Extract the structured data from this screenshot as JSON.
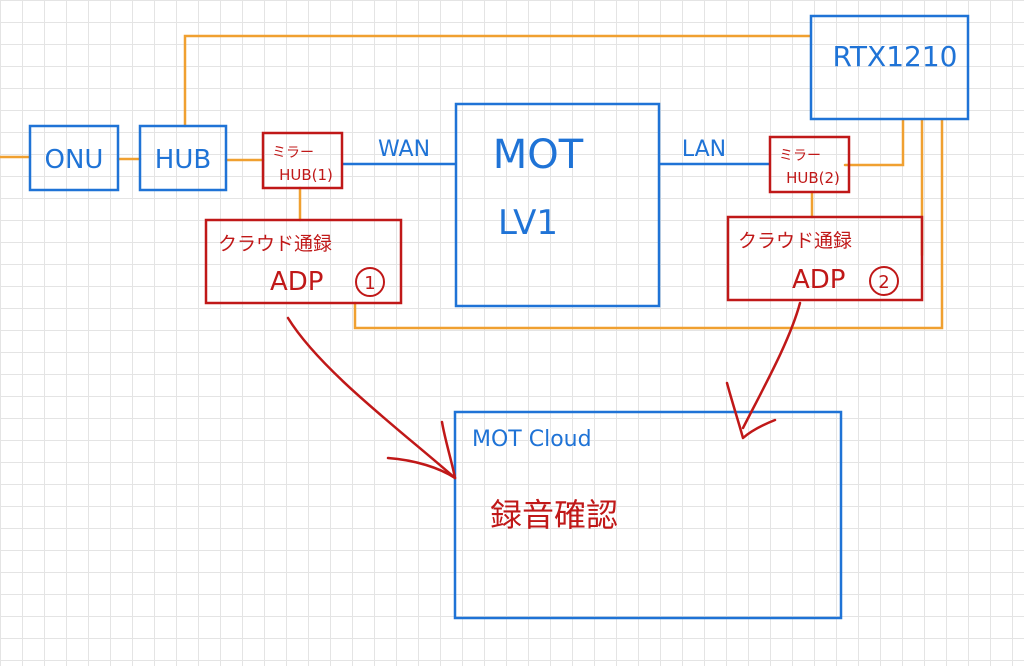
{
  "nodes": {
    "onu": "ONU",
    "hub": "HUB",
    "mirror_hub_1": {
      "line1": "ミラー",
      "line2": "HUB(1)"
    },
    "mirror_hub_2": {
      "line1": "ミラー",
      "line2": "HUB(2)"
    },
    "mot": {
      "line1": "MOT",
      "line2": "LV1"
    },
    "rtx": "RTX1210",
    "cloud_adp_1": {
      "title": "クラウド通録",
      "label": "ADP",
      "number": "1"
    },
    "cloud_adp_2": {
      "title": "クラウド通録",
      "label": "ADP",
      "number": "2"
    },
    "mot_cloud": {
      "title": "MOT Cloud",
      "note": "録音確認"
    }
  },
  "edge_labels": {
    "wan": "WAN",
    "lan": "LAN"
  },
  "colors": {
    "blue": "#1f73d6",
    "red": "#c01818",
    "orange": "#f0a030",
    "grid": "#e4e4e4"
  }
}
